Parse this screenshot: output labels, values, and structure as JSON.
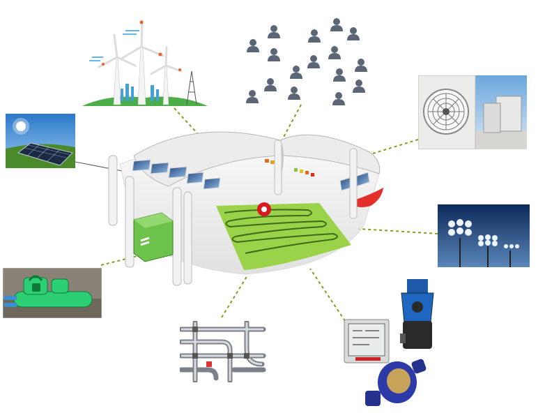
{
  "diagram": {
    "hub": {
      "icon": "stadium-icon"
    },
    "nodes": [
      {
        "id": "wind",
        "icon": "wind-turbine-icon"
      },
      {
        "id": "people",
        "icon": "people-icon"
      },
      {
        "id": "solar",
        "icon": "solar-panel-icon"
      },
      {
        "id": "hvac",
        "icon": "air-conditioner-icon"
      },
      {
        "id": "chiller",
        "icon": "chiller-icon"
      },
      {
        "id": "floodlight",
        "icon": "floodlight-icon"
      },
      {
        "id": "piping",
        "icon": "piping-icon"
      },
      {
        "id": "metering",
        "icon": "meter-icon"
      }
    ],
    "connector_color": "#8a9a1f",
    "accent_green": "#6cc24a",
    "pitch_green": "#9ad34a"
  }
}
